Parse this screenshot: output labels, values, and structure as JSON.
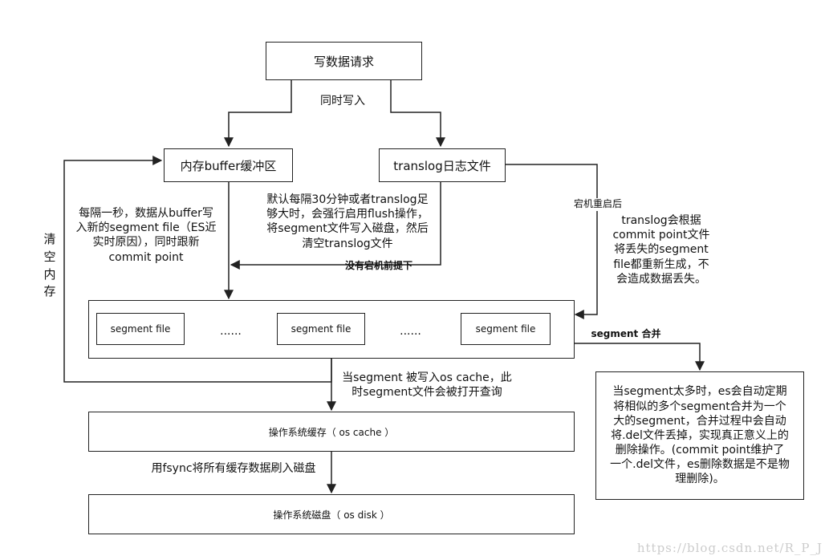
{
  "nodes": {
    "write_request": "写数据请求",
    "memory_buffer": "内存buffer缓冲区",
    "translog_file": "translog日志文件",
    "segment_file": "segment file",
    "ellipsis": "......",
    "os_cache": "操作系统缓存（ os cache ）",
    "os_disk": "操作系统磁盘（ os disk ）",
    "merge_note": "当segment太多时，es会自动定期\n将相似的多个segment合并为一个\n大的segment，合并过程中会自动\n将.del文件丢掉，实现真正意义上的\n删除操作。(commit point维护了\n一个.del文件，es删除数据是不是物\n理删除)。"
  },
  "labels": {
    "write_both": "同时写入",
    "every_second": "每隔一秒，数据从buffer写\n入新的segment file（ES近\n实时原因），同时跟新\ncommit point",
    "flush_default": "默认每隔30分钟或者translog足\n够大时，会强行启用flush操作，\n将segment文件写入磁盘，然后\n清空translog文件",
    "no_crash": "没有宕机前提下",
    "after_restart": "宕机重启后",
    "recover": "translog会根据\ncommit point文件\n将丢失的segment\nfile都重新生成，不\n会造成数据丢失。",
    "clear_memory": "清\n空\n内\n存",
    "segment_merge": "segment 合并",
    "to_os_cache": "当segment 被写入os cache，此\n时segment文件会被打开查询",
    "fsync": "用fsync将所有缓存数据刷入磁盘"
  },
  "watermark": "https://blog.csdn.net/R_P_J"
}
